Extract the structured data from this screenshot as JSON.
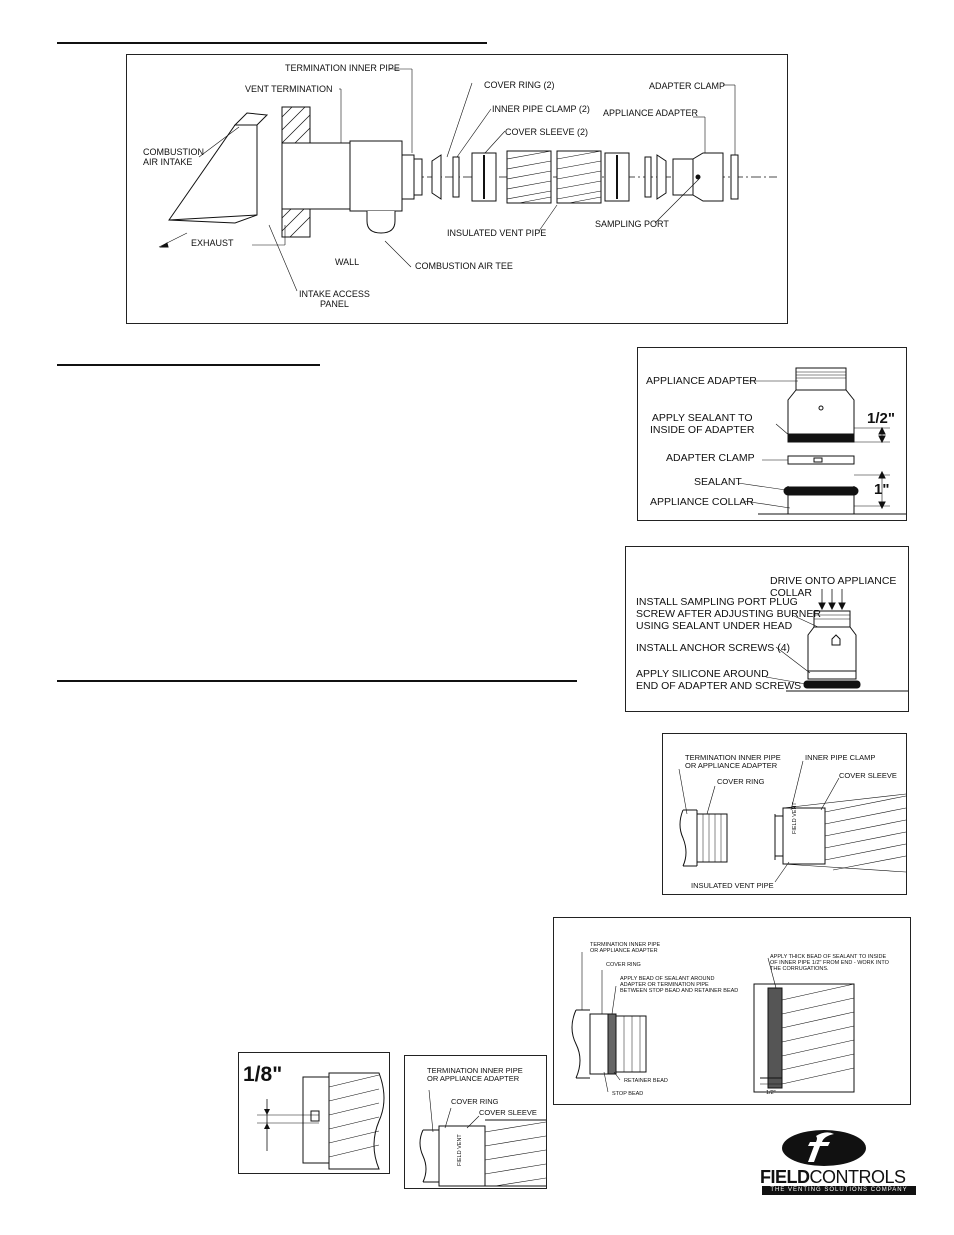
{
  "fig1": {
    "termination_inner_pipe": "TERMINATION INNER PIPE",
    "vent_termination": "VENT TERMINATION",
    "combustion_air_intake": "COMBUSTION\nAIR INTAKE",
    "exhaust": "EXHAUST",
    "wall": "WALL",
    "intake_access_panel": "INTAKE ACCESS\nPANEL",
    "combustion_air_tee": "COMBUSTION AIR TEE",
    "cover_ring": "COVER RING (2)",
    "inner_pipe_clamp": "INNER PIPE CLAMP (2)",
    "cover_sleeve": "COVER SLEEVE (2)",
    "insulated_vent_pipe": "INSULATED VENT PIPE",
    "sampling_port": "SAMPLING PORT",
    "appliance_adapter": "APPLIANCE ADAPTER",
    "adapter_clamp": "ADAPTER CLAMP"
  },
  "fig2": {
    "appliance_adapter": "APPLIANCE ADAPTER",
    "apply_sealant": "APPLY SEALANT TO\nINSIDE OF ADAPTER",
    "adapter_clamp": "ADAPTER CLAMP",
    "sealant": "SEALANT",
    "appliance_collar": "APPLIANCE COLLAR",
    "dim_half": "1/2\"",
    "dim_one": "1\""
  },
  "fig3": {
    "drive_onto": "DRIVE ONTO APPLIANCE COLLAR",
    "install_plug": "INSTALL SAMPLING PORT PLUG\nSCREW AFTER ADJUSTING BURNER\nUSING SEALANT UNDER HEAD",
    "install_anchor": "INSTALL ANCHOR SCREWS (4)",
    "apply_silicone": "APPLY SILICONE AROUND\nEND OF ADAPTER AND SCREWS"
  },
  "fig4": {
    "termination_or_adapter": "TERMINATION INNER PIPE\nOR APPLIANCE ADAPTER",
    "cover_ring": "COVER RING",
    "inner_pipe_clamp": "INNER PIPE CLAMP",
    "cover_sleeve": "COVER SLEEVE",
    "insulated_vent_pipe": "INSULATED VENT PIPE",
    "sleeve_mark": "FIELD VENT"
  },
  "fig5": {
    "termination_or_adapter": "TERMINATION INNER PIPE\nOR APPLIANCE ADAPTER",
    "cover_ring": "COVER RING",
    "apply_bead": "APPLY BEAD OF SEALANT AROUND\nADAPTER OR TERMINATION PIPE\nBETWEEN STOP BEAD AND RETAINER BEAD",
    "retainer_bead": "RETAINER BEAD",
    "stop_bead": "STOP BEAD",
    "apply_thick": "APPLY THICK BEAD OF SEALANT TO INSIDE\nOF INNER PIPE 1/2\" FROM END - WORK INTO\nTHE CORRUGATIONS.",
    "dim_half": "1/2\""
  },
  "fig6": {
    "dim": "1/8\""
  },
  "fig7": {
    "termination_or_adapter": "TERMINATION INNER PIPE\nOR APPLIANCE ADAPTER",
    "cover_ring": "COVER RING",
    "cover_sleeve": "COVER SLEEVE",
    "sleeve_mark": "FIELD VENT"
  },
  "logo": {
    "brand_bold": "FIELD",
    "brand_light": "CONTROLS",
    "tagline": "THE VENTING SOLUTIONS COMPANY"
  }
}
